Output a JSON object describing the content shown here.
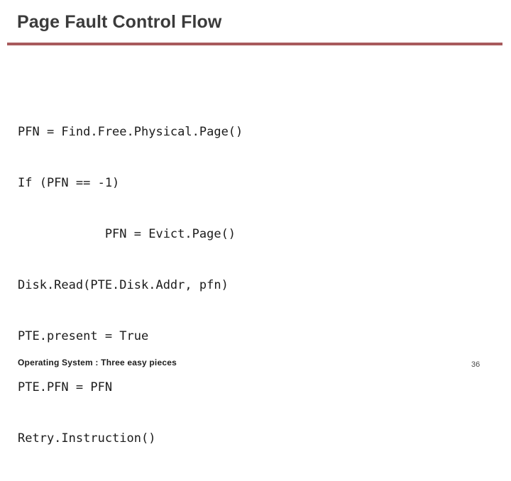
{
  "slide": {
    "title": "Page Fault Control Flow",
    "accent_color": "#a85a5c",
    "title_color": "#3b3b3b",
    "background_color": "#ffffff",
    "code_color": "#1b1b1b",
    "code": {
      "lines": [
        "PFN = Find.Free.Physical.Page()",
        "If (PFN == -1)",
        "            PFN = Evict.Page()",
        "Disk.Read(PTE.Disk.Addr, pfn)",
        "PTE.present = True",
        "PTE.PFN = PFN",
        "Retry.Instruction()"
      ]
    },
    "footer": {
      "text": "Operating System : Three easy pieces",
      "page_number": "36"
    }
  }
}
